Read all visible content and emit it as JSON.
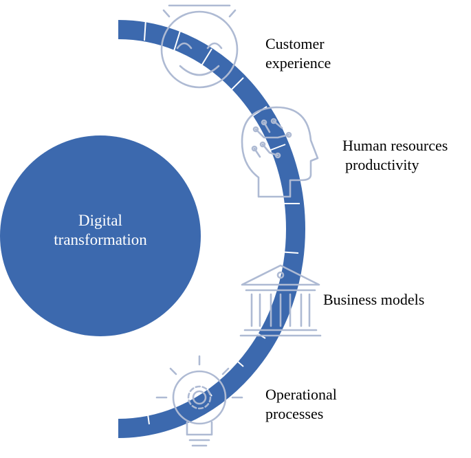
{
  "center": {
    "label_line1": "Digital",
    "label_line2": "transformation"
  },
  "items": [
    {
      "line1": "Customer",
      "line2": "experience",
      "icon": "smiley-face-icon"
    },
    {
      "line1": "Human resources",
      "line2": "productivity",
      "icon": "ai-head-icon"
    },
    {
      "line1": "Business models",
      "line2": "",
      "icon": "bank-building-icon"
    },
    {
      "line1": "Operational",
      "line2": "processes",
      "icon": "gear-lightbulb-icon"
    }
  ],
  "colors": {
    "primary": "#3c69ae",
    "icon": "#aebad3",
    "text": "#000000",
    "background": "#ffffff"
  }
}
